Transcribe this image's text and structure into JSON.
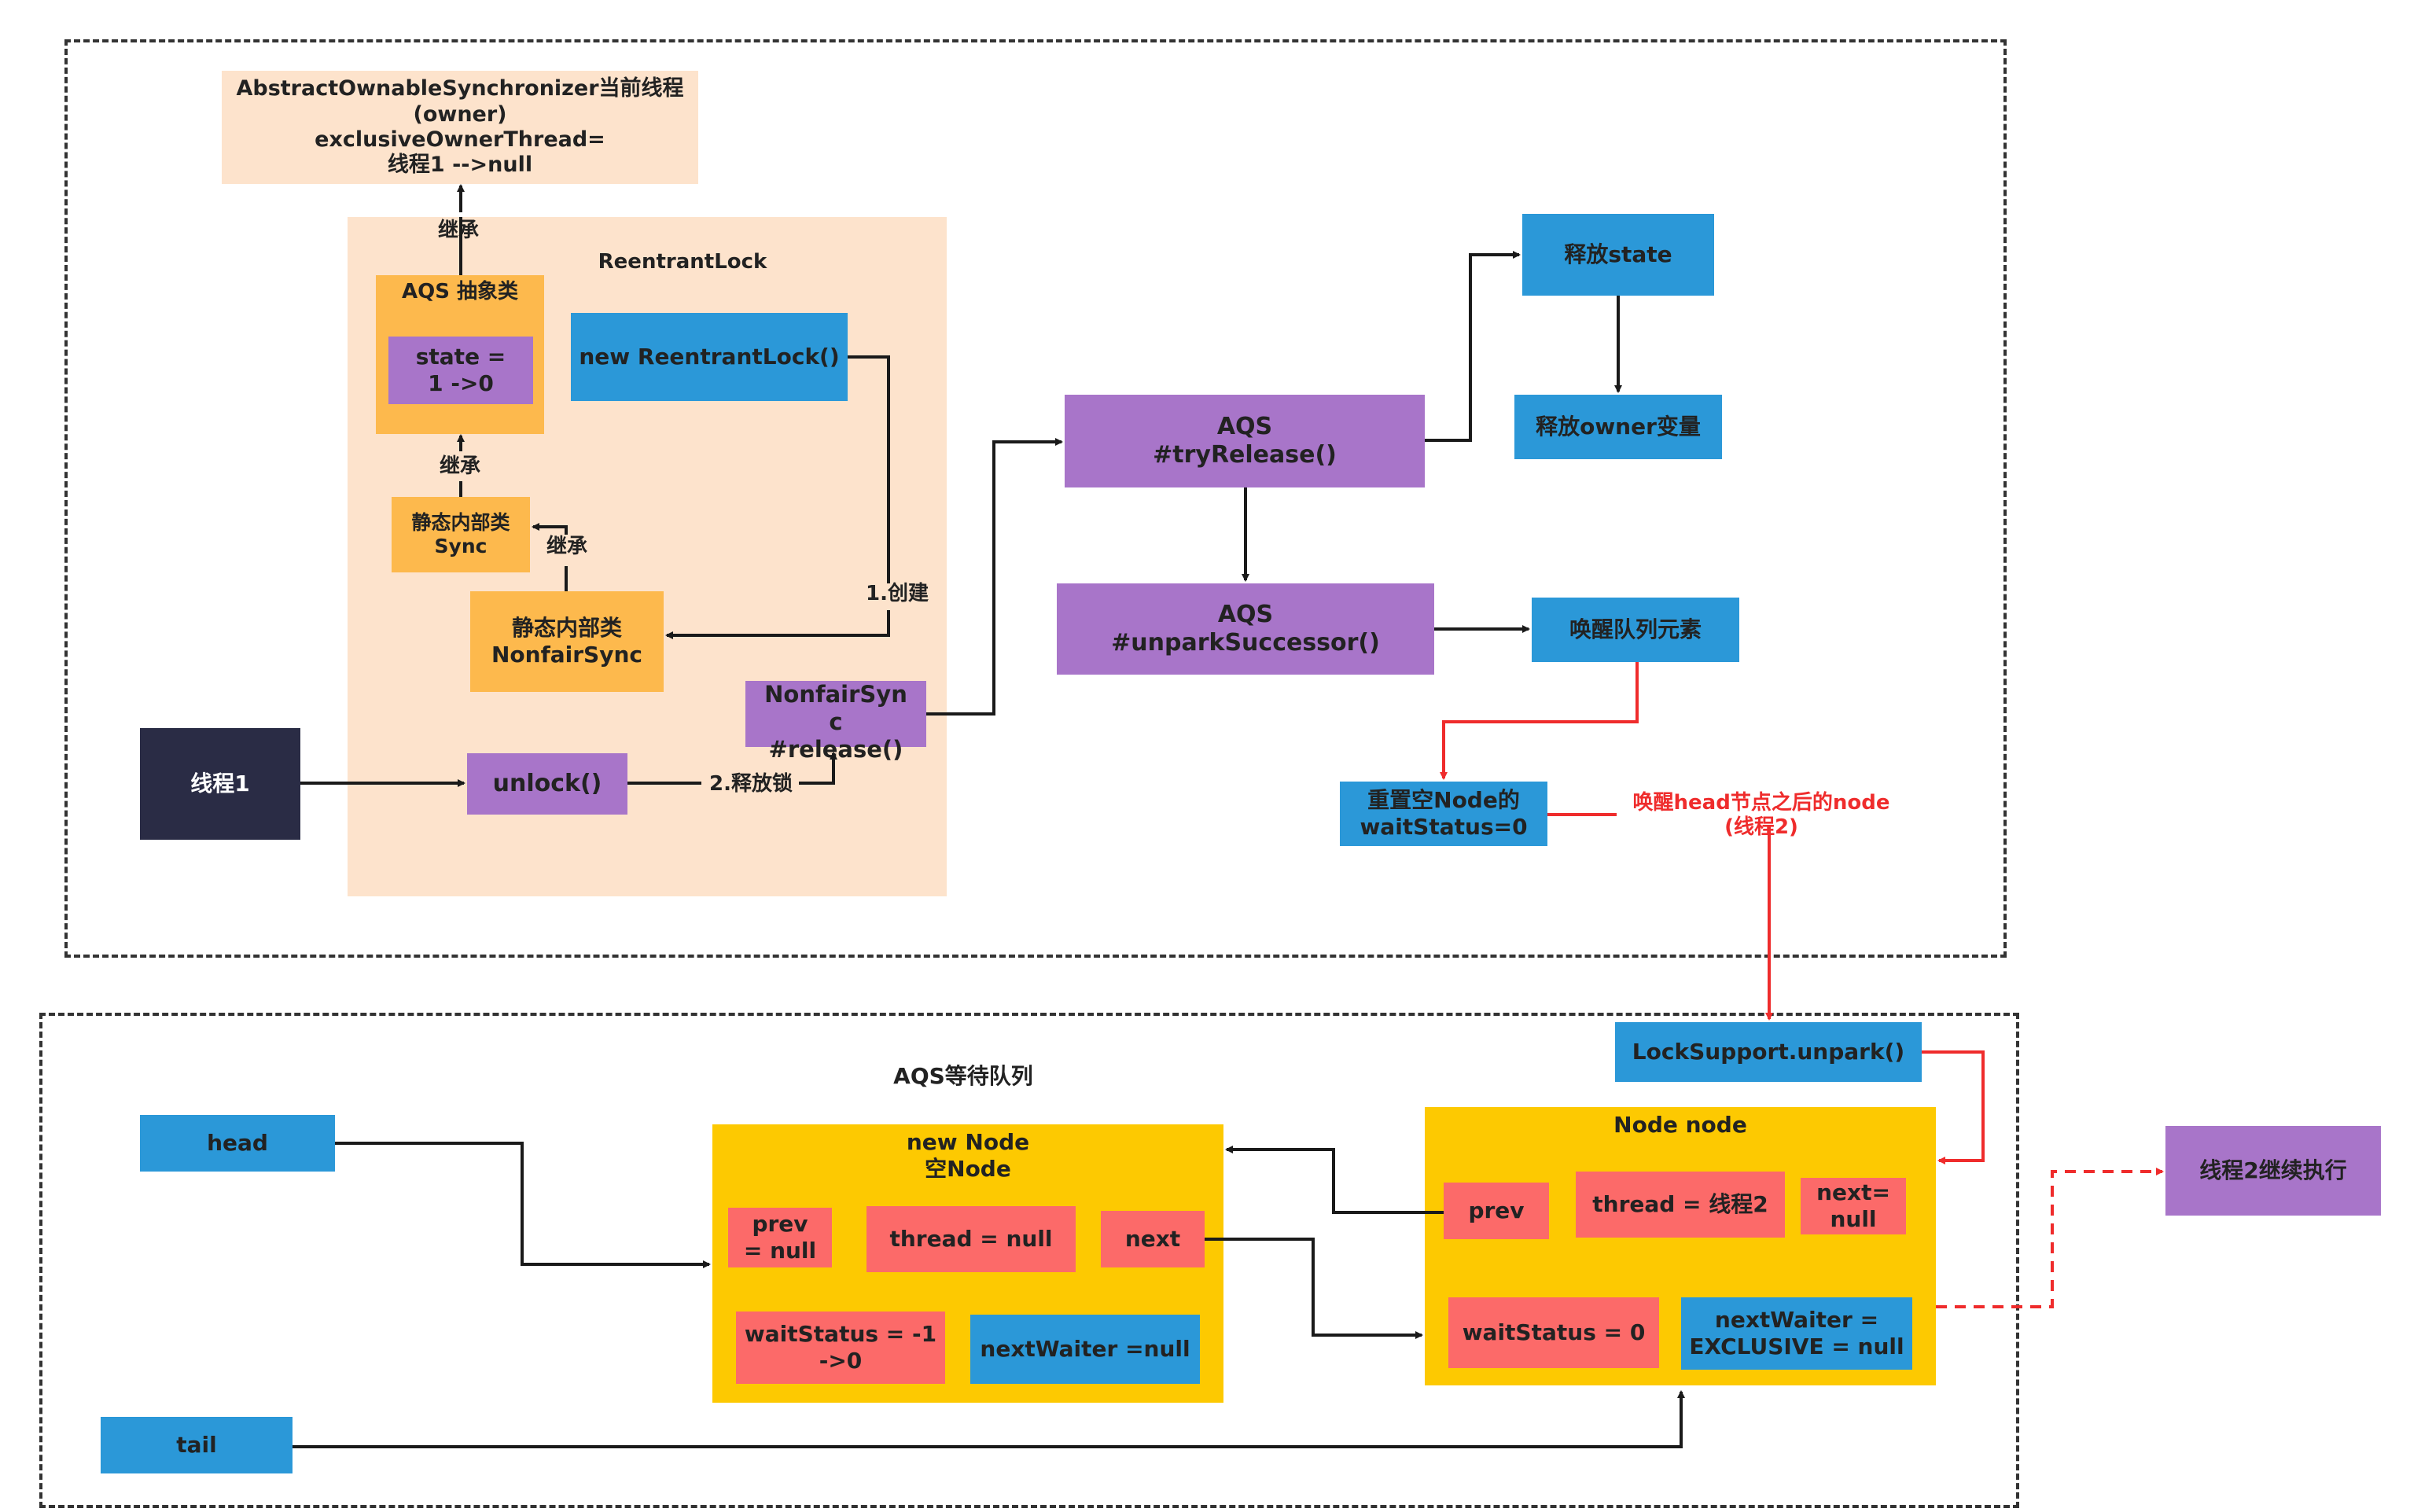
{
  "colors": {
    "blue": "#2b98d8",
    "purple": "#a875c9",
    "orange": "#fdb94d",
    "peach": "#fde3cc",
    "yellow": "#fdc901",
    "red": "#fc6a69",
    "navy": "#2a2c45",
    "alert": "#ef2c2c"
  },
  "top": {
    "owner": "AbstractOwnableSynchronizer当前线程\n(owner)\nexclusiveOwnerThread=\n线程1 -->null",
    "reentrant_lock": "ReentrantLock",
    "aqs_abstract": "AQS 抽象类",
    "state": "state =\n1 ->0",
    "inherit_1": "继承",
    "inherit_2": "继承",
    "inherit_3": "继承",
    "sync": "静态内部类\nSync",
    "nonfair_sync": "静态内部类\nNonfairSync",
    "new_lock": "new ReentrantLock()",
    "create": "1.创建",
    "thread1": "线程1",
    "unlock": "unlock()",
    "release_lock": "2.释放锁",
    "release": "NonfairSyn\nc\n#release()",
    "try_release": "AQS\n#tryRelease()",
    "release_state": "释放state",
    "release_owner": "释放owner变量",
    "unpark_successor": "AQS\n#unparkSuccessor()",
    "wake_queue": "唤醒队列元素",
    "reset_status": "重置空Node的\nwaitStatus=0",
    "wake_after_head": "唤醒head节点之后的node\n(线程2)"
  },
  "bottom": {
    "title": "AQS等待队列",
    "unpark": "LockSupport.unpark()",
    "head": "head",
    "tail": "tail",
    "new_node": "new Node\n空Node",
    "prev_null": "prev\n= null",
    "thread_null": "thread = null",
    "next": "next",
    "wait_status_neg": "waitStatus = -1\n->0",
    "next_waiter_null": "nextWaiter =null",
    "node_title": "Node node",
    "prev": "prev",
    "thread2": "thread = 线程2",
    "next_null": "next=\nnull",
    "wait_status_zero": "waitStatus = 0",
    "next_waiter_exclusive": "nextWaiter =\nEXCLUSIVE = null",
    "thread2_continue": "线程2继续执行"
  }
}
